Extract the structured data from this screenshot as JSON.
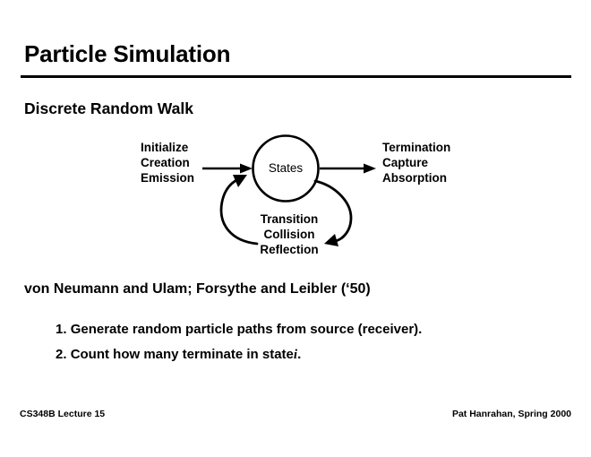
{
  "slide": {
    "title": "Particle Simulation",
    "subtitle": "Discrete Random Walk",
    "citation": "von Neumann and Ulam; Forsythe and Leibler (‘50)",
    "rule_color": "#000000",
    "background_color": "#ffffff",
    "text_color": "#000000"
  },
  "diagram": {
    "center_node_label": "States",
    "input_label": "Initialize\nCreation\nEmission",
    "input_lines": [
      "Initialize",
      "Creation",
      "Emission"
    ],
    "output_label": "Termination\nCapture\nAbsorption",
    "output_lines": [
      "Termination",
      "Capture",
      "Absorption"
    ],
    "loop_label": "Transition\nCollision\nReflection",
    "loop_lines": [
      "Transition",
      "Collision",
      "Reflection"
    ]
  },
  "list": {
    "items": [
      {
        "number": "1.",
        "text": "Generate random particle paths from source (receiver)."
      },
      {
        "number": "2.",
        "text_before": "Count how many terminate in state",
        "symbol": "i",
        "text_after": "."
      }
    ]
  },
  "footer": {
    "left": "CS348B Lecture 15",
    "right": "Pat Hanrahan, Spring 2000"
  }
}
